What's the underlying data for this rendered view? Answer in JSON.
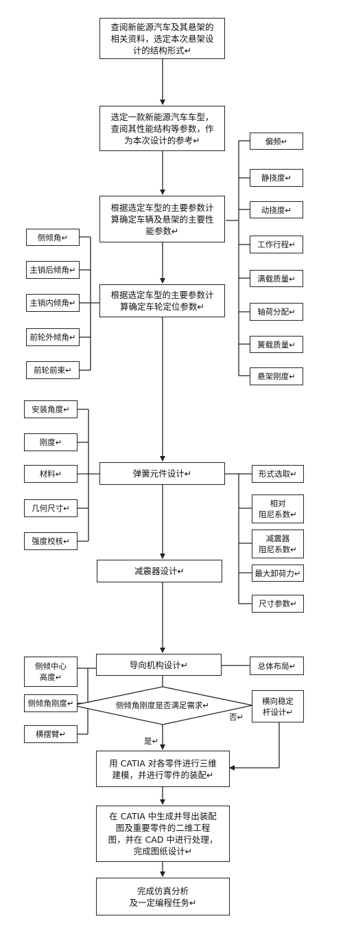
{
  "flowchart": {
    "main_steps": [
      "查阅新能源汽车及其悬架的\n相关资料，选定本次悬架设\n计的结构形式↵",
      "选定一款新能源汽车车型，\n查阅其性能结构等参数，作\n为本次设计的参考↵",
      "根据选定车型的主要参数计\n算确定车辆及悬架的主要性\n能参数↵",
      "根据选定车型的主要参数计\n算确定车轮定位参数↵",
      "弹簧元件设计↵",
      "减震器设计↵",
      "导向机构设计↵",
      "用 CATIA 对各零件进行三维\n建模，并进行零件的装配↵",
      "在 CATIA 中生成并导出装配\n图及重要零件的二维工程\n图，并在 CAD 中进行处理，\n完成图纸设计↵",
      "完成仿真分析\n及一定编程任务↵"
    ],
    "performance_params": [
      "偏频↵",
      "静挠度↵",
      "动挠度↵",
      "工作行程↵",
      "满载质量↵",
      "轴荷分配↵",
      "簧载质量↵",
      "悬架刚度↵"
    ],
    "wheel_alignment_params": [
      "侧倾角↵",
      "主销后倾角↵",
      "主销内倾角↵",
      "前轮外倾角↵",
      "前轮前束↵"
    ],
    "spring_items": [
      "安装角度↵",
      "刚度↵",
      "材料↵",
      "几何尺寸↵",
      "强度校核↵"
    ],
    "damper_items": [
      "形式选取↵",
      "相对\n阻尼系数↵",
      "减震器\n阻尼系数↵",
      "最大卸荷力↵",
      "尺寸参数↵"
    ],
    "guide_left_items": [
      "侧倾中心\n高度↵",
      "侧倾角刚度↵",
      "横摆臂↵"
    ],
    "layout_box": "总体布局↵",
    "decision": "侧倾角刚度是否满足需求↵",
    "stabilizer_box": "横向稳定\n杆设计↵",
    "yes_label": "是↵",
    "no_label": "否↵"
  }
}
